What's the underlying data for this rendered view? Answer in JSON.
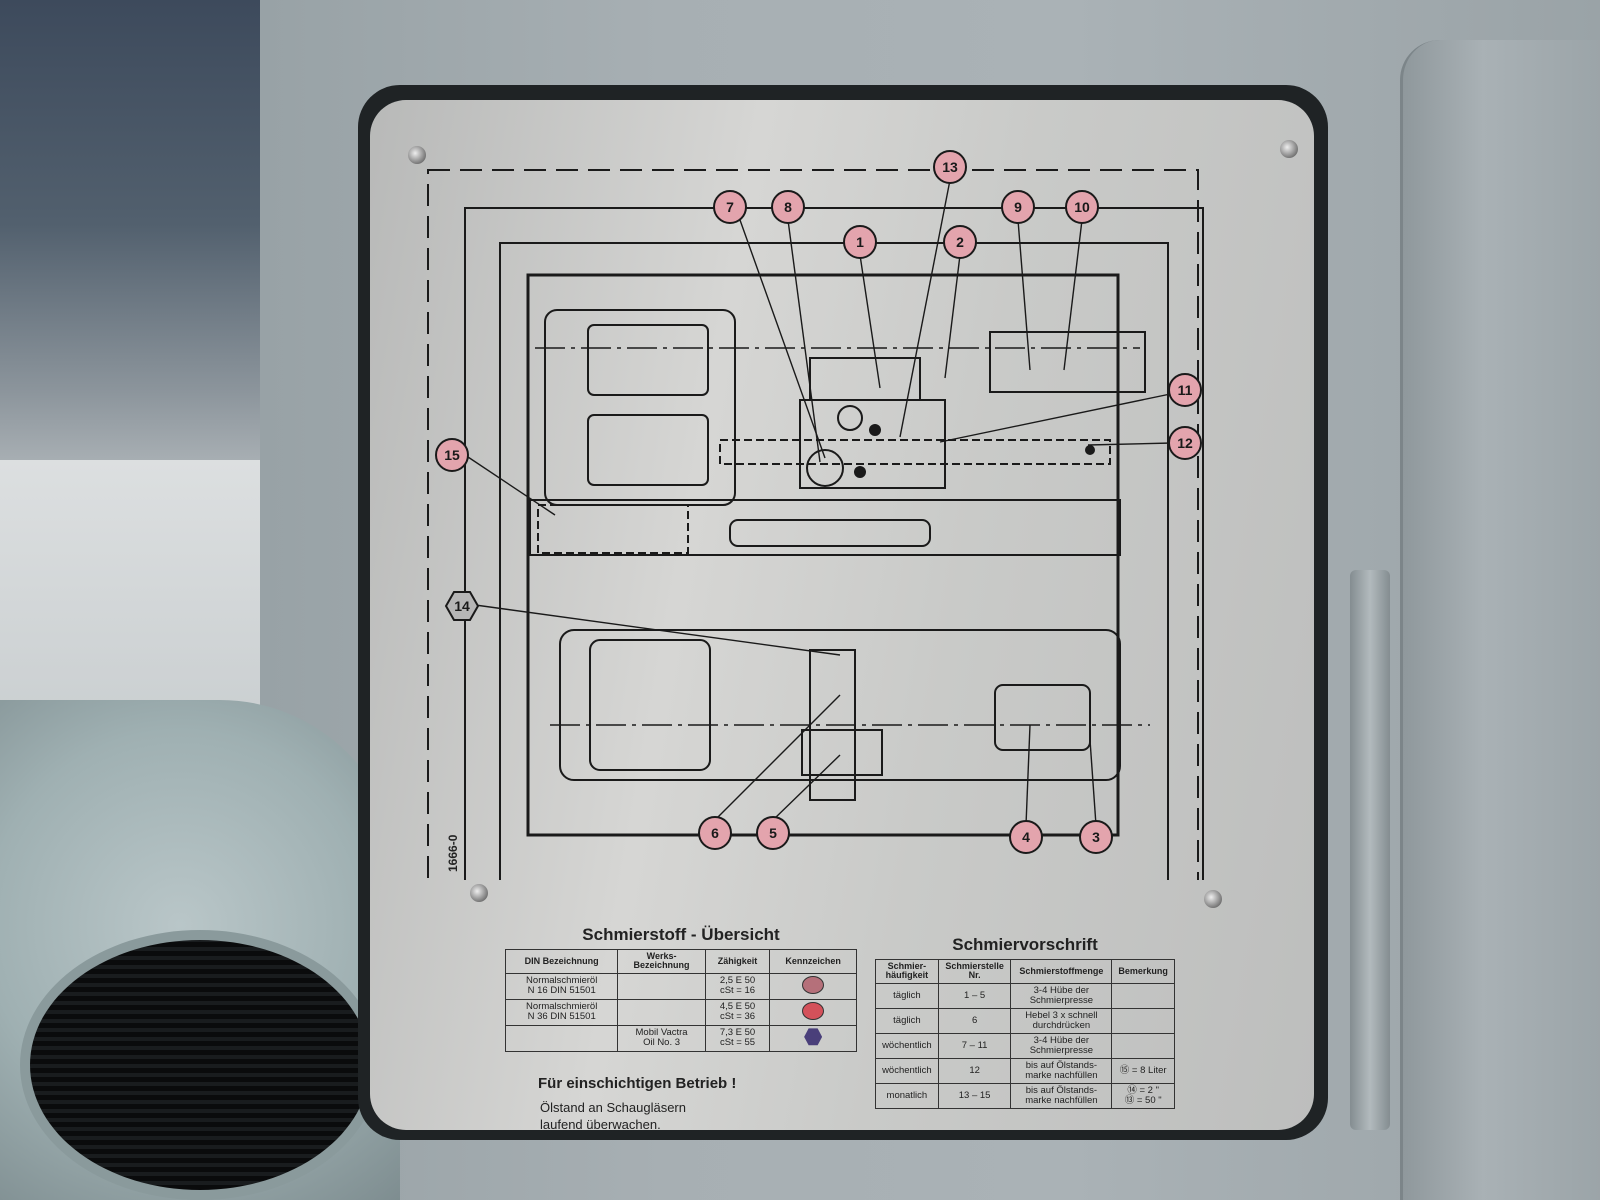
{
  "plate": {
    "part_number": "1666-0",
    "callouts_pink": [
      "1",
      "2",
      "3",
      "4",
      "5",
      "6",
      "7",
      "8",
      "9",
      "10",
      "11",
      "12",
      "13",
      "15"
    ],
    "callout_hex": "14",
    "pink_color": "#e3a4ad",
    "hex_color": "#b6b6b6"
  },
  "lubricant_table": {
    "title": "Schmierstoff - Übersicht",
    "headers": [
      "DIN Bezeichnung",
      "Werks-\nBezeichnung",
      "Zähigkeit",
      "Kennzeichen"
    ],
    "rows": [
      {
        "din": "Normalschmieröl\nN 16 DIN 51501",
        "werks": "",
        "visc": "2,5 E 50\ncSt = 16",
        "mark": "circle",
        "color": "#b5707a"
      },
      {
        "din": "Normalschmieröl\nN 36 DIN 51501",
        "werks": "",
        "visc": "4,5 E 50\ncSt = 36",
        "mark": "circle",
        "color": "#d4515a"
      },
      {
        "din": "",
        "werks": "Mobil Vactra\nOil No. 3",
        "visc": "7,3 E 50\ncSt = 55",
        "mark": "hexagon",
        "color": "#4a3f7a"
      }
    ]
  },
  "schedule_table": {
    "title": "Schmiervorschrift",
    "headers": [
      "Schmier-\nhäufigkeit",
      "Schmierstelle\nNr.",
      "Schmierstoffmenge",
      "Bemerkung"
    ],
    "rows": [
      {
        "freq": "täglich",
        "points": "1 – 5",
        "amount": "3-4 Hübe der\nSchmierpresse",
        "note": ""
      },
      {
        "freq": "täglich",
        "points": "6",
        "amount": "Hebel 3 x schnell\ndurchdrücken",
        "note": ""
      },
      {
        "freq": "wöchentlich",
        "points": "7 – 11",
        "amount": "3-4 Hübe der\nSchmierpresse",
        "note": ""
      },
      {
        "freq": "wöchentlich",
        "points": "12",
        "amount": "bis auf Ölstands-\nmarke nachfüllen",
        "note": "⑮ = 8 Liter"
      },
      {
        "freq": "monatlich",
        "points": "13 – 15",
        "amount": "bis auf Ölstands-\nmarke nachfüllen",
        "note": "⑭ = 2 \"\n⑬ = 50 \""
      }
    ]
  },
  "notice": {
    "line1": "Für einschichtigen Betrieb !",
    "line2": "Ölstand an Schaugläsern",
    "line3": "laufend überwachen."
  }
}
